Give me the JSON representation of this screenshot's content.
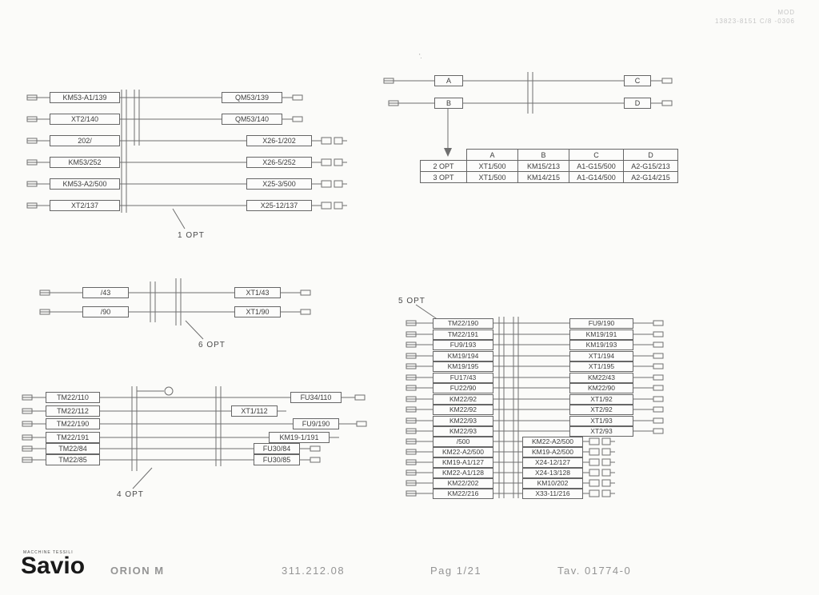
{
  "stamp": {
    "line1": "MOD",
    "line2": "13823-8151 C/8 -0306"
  },
  "noise_mark": "'.",
  "group1": {
    "opt_label": "1 OPT",
    "rows": [
      {
        "left": "KM53-A1/139",
        "right": "QM53/139"
      },
      {
        "left": "XT2/140",
        "right": "QM53/140"
      },
      {
        "left": "202/",
        "right": "X26-1/202"
      },
      {
        "left": "KM53/252",
        "right": "X26-5/252"
      },
      {
        "left": "KM53-A2/500",
        "right": "X25-3/500"
      },
      {
        "left": "XT2/137",
        "right": "X25-12/137"
      }
    ]
  },
  "group2": {
    "wires": {
      "a": "A",
      "b": "B",
      "c": "C",
      "d": "D"
    },
    "table": {
      "headers": [
        "A",
        "B",
        "C",
        "D"
      ],
      "rows": [
        {
          "label": "2 OPT",
          "values": [
            "XT1/500",
            "KM15/213",
            "A1-G15/500",
            "A2-G15/213"
          ]
        },
        {
          "label": "3 OPT",
          "values": [
            "XT1/500",
            "KM14/215",
            "A1-G14/500",
            "A2-G14/215"
          ]
        }
      ]
    }
  },
  "group6": {
    "opt_label": "6 OPT",
    "rows": [
      {
        "left": "/43",
        "right": "XT1/43"
      },
      {
        "left": "/90",
        "right": "XT1/90"
      }
    ]
  },
  "group4": {
    "opt_label": "4 OPT",
    "rows": [
      {
        "left": "TM22/110",
        "right": "FU34/110"
      },
      {
        "left": "TM22/112",
        "right": "XT1/112"
      },
      {
        "left": "TM22/190",
        "right": "FU9/190"
      },
      {
        "left": "TM22/191",
        "right": "KM19-1/191"
      },
      {
        "left": "TM22/84",
        "right": "FU30/84"
      },
      {
        "left": "TM22/85",
        "right": "FU30/85"
      }
    ]
  },
  "group5": {
    "opt_label": "5 OPT",
    "rows": [
      {
        "left": "TM22/190",
        "right": "FU9/190"
      },
      {
        "left": "TM22/191",
        "right": "KM19/191"
      },
      {
        "left": "FU9/193",
        "right": "KM19/193"
      },
      {
        "left": "KM19/194",
        "right": "XT1/194"
      },
      {
        "left": "KM19/195",
        "right": "XT1/195"
      },
      {
        "left": "FU17/43",
        "right": "KM22/43"
      },
      {
        "left": "FU22/90",
        "right": "KM22/90"
      },
      {
        "left": "KM22/92",
        "right": "XT1/92"
      },
      {
        "left": "KM22/92",
        "right": "XT2/92"
      },
      {
        "left": "KM22/93",
        "right": "XT1/93"
      },
      {
        "left": "KM22/93",
        "right": "XT2/93"
      }
    ],
    "rows2": [
      {
        "left": "/500",
        "right": "KM22-A2/500"
      },
      {
        "left": "KM22-A2/500",
        "right": "KM19-A2/500"
      },
      {
        "left": "KM19-A1/127",
        "right": "X24-12/127"
      },
      {
        "left": "KM22-A1/128",
        "right": "X24-13/128"
      },
      {
        "left": "KM22/202",
        "right": "KM10/202"
      },
      {
        "left": "KM22/216",
        "right": "X33-11/216"
      }
    ]
  },
  "footer": {
    "brand_top": "MACCHINE TESSILI",
    "brand": "Savio",
    "model": "ORION M",
    "drawing_no": "311.212.08",
    "page": "Pag 1/21",
    "table_no": "Tav. 01774-0"
  }
}
